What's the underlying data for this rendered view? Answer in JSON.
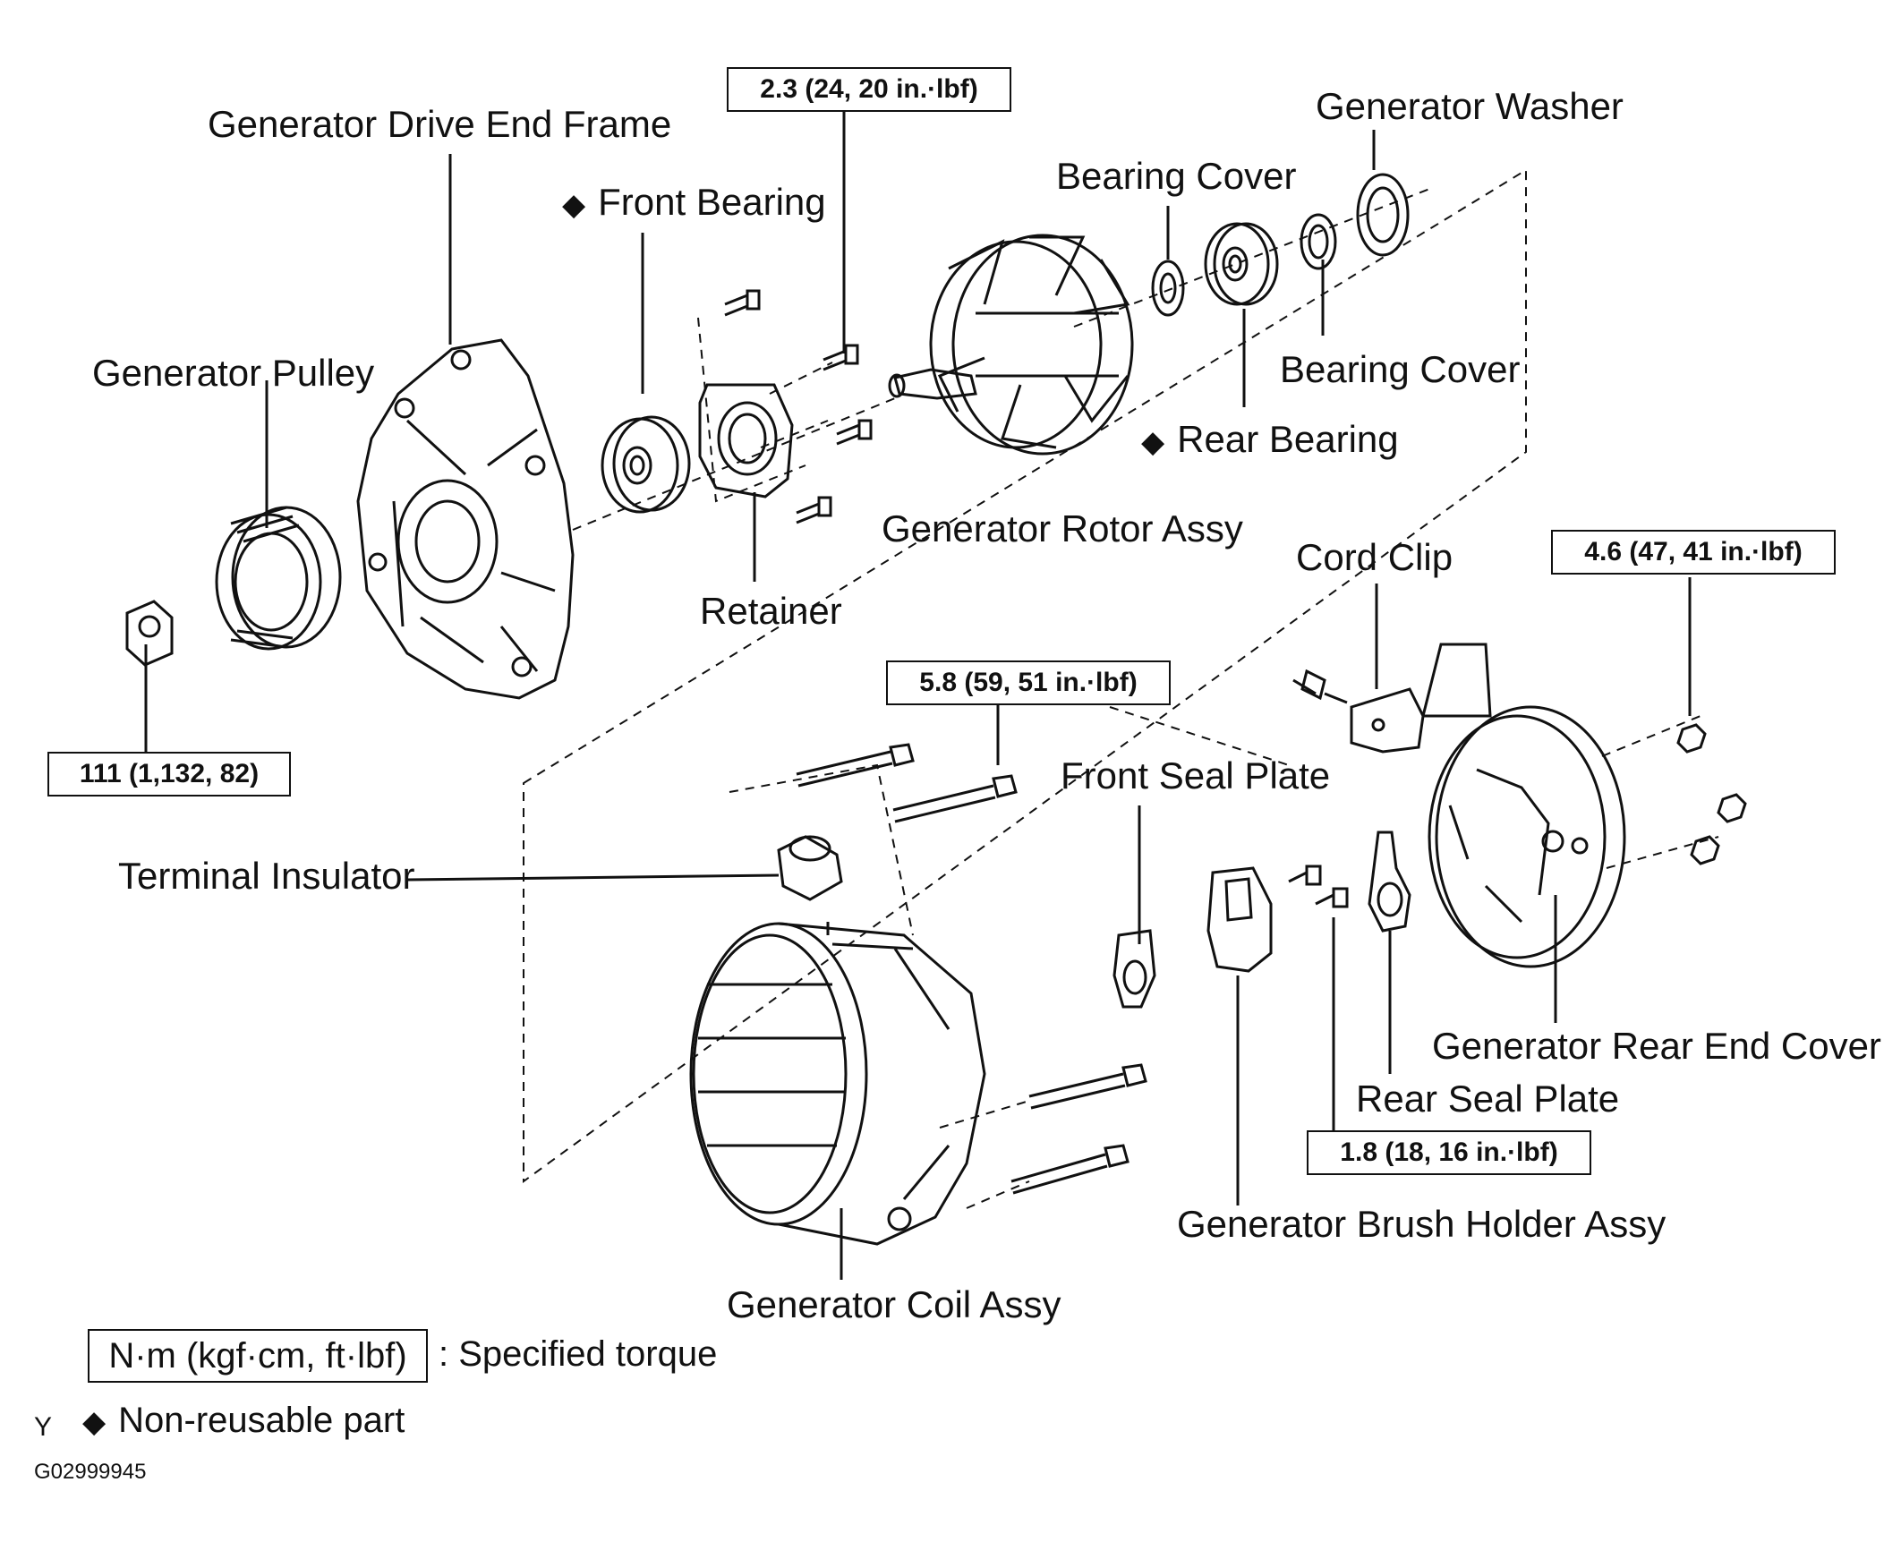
{
  "labels": {
    "drive_end_frame": "Generator Drive End Frame",
    "front_bearing": "Front Bearing",
    "generator_pulley": "Generator Pulley",
    "retainer": "Retainer",
    "rotor_assy": "Generator Rotor Assy",
    "bearing_cover_top": "Bearing Cover",
    "generator_washer": "Generator Washer",
    "bearing_cover_right": "Bearing Cover",
    "rear_bearing": "Rear Bearing",
    "cord_clip": "Cord Clip",
    "front_seal_plate": "Front Seal Plate",
    "terminal_insulator": "Terminal Insulator",
    "rear_end_cover": "Generator Rear End Cover",
    "rear_seal_plate": "Rear Seal Plate",
    "brush_holder_assy": "Generator Brush Holder Assy",
    "coil_assy": "Generator Coil Assy"
  },
  "torques": {
    "retainer_bolts": "2.3 (24, 20 in.·lbf)",
    "rear_cover_nut": "4.6 (47, 41 in.·lbf)",
    "coil_bolts": "5.8 (59, 51 in.·lbf)",
    "pulley_nut": "111 (1,132, 82)",
    "brush_holder_screws": "1.8 (18, 16 in.·lbf)"
  },
  "legend": {
    "torque_unit": "N·m (kgf·cm, ft·lbf)",
    "torque_desc": ": Specified torque",
    "nonreusable_symbol": "◆",
    "nonreusable_desc": "Non-reusable part"
  },
  "footer": {
    "corner_mark": "Y",
    "figure_id": "G02999945"
  }
}
